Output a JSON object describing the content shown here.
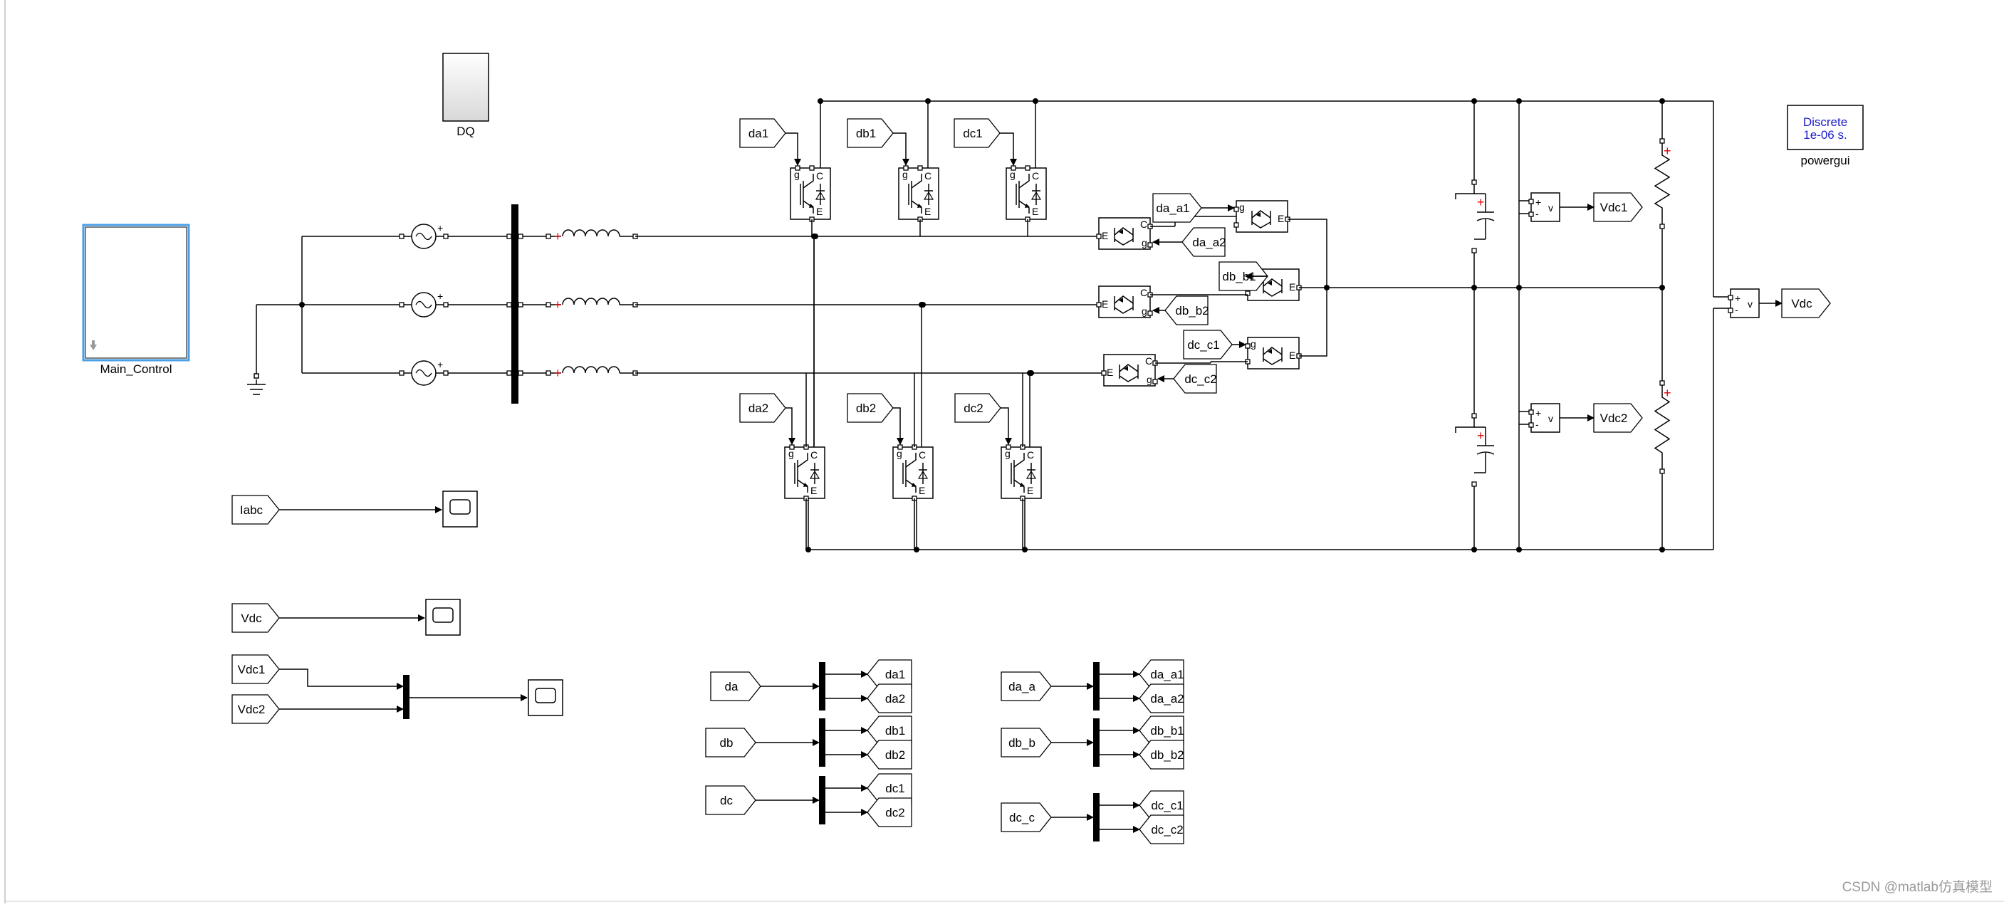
{
  "blocks": {
    "dq": "DQ",
    "main_control": "Main_Control",
    "powergui": "powergui",
    "powergui_mode": "Discrete",
    "powergui_step": "1e-06 s."
  },
  "switch_tags": {
    "top": [
      "da1",
      "db1",
      "dc1"
    ],
    "bottom": [
      "da2",
      "db2",
      "dc2"
    ],
    "mid_forward": [
      "da_a1",
      "db_b1",
      "dc_c1"
    ],
    "mid_back": [
      "da_a2",
      "db_b2",
      "dc_c2"
    ]
  },
  "measure_tags": {
    "vdc1": "Vdc1",
    "vdc2": "Vdc2",
    "vdc": "Vdc",
    "meas_sign_plus": "+",
    "meas_sign_minus": "-",
    "meas_v": "v"
  },
  "scope_sources": [
    "Iabc",
    "Vdc",
    "Vdc1",
    "Vdc2"
  ],
  "demux_groups_1": [
    {
      "in": "da",
      "out": [
        "da1",
        "da2"
      ]
    },
    {
      "in": "db",
      "out": [
        "db1",
        "db2"
      ]
    },
    {
      "in": "dc",
      "out": [
        "dc1",
        "dc2"
      ]
    }
  ],
  "demux_groups_2": [
    {
      "in": "da_a",
      "out": [
        "da_a1",
        "da_a2"
      ]
    },
    {
      "in": "db_b",
      "out": [
        "db_b1",
        "db_b2"
      ]
    },
    {
      "in": "dc_c",
      "out": [
        "dc_c1",
        "dc_c2"
      ]
    }
  ],
  "igbt_pins": {
    "g": "g",
    "c": "C",
    "e": "E"
  },
  "watermark": "CSDN @matlab仿真模型"
}
